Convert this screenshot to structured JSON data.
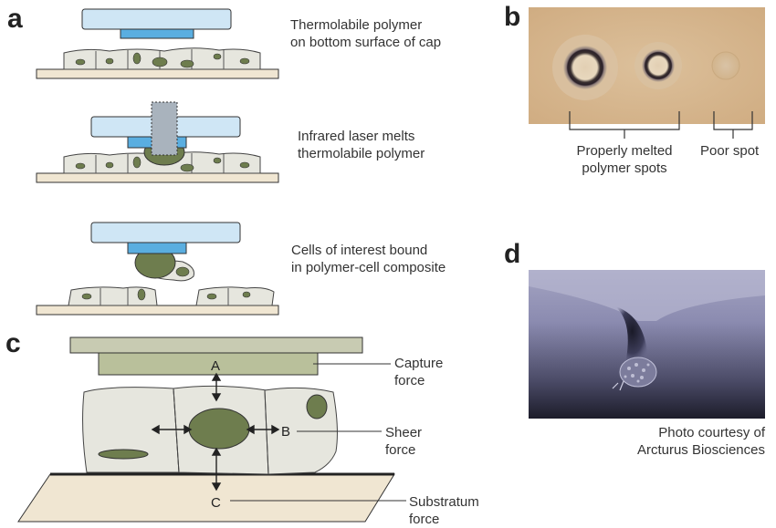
{
  "panels": {
    "a": {
      "letter": "a",
      "steps": [
        {
          "line1": "Thermolabile polymer",
          "line2": "on bottom surface of cap"
        },
        {
          "line1": "Infrared laser melts",
          "line2": "thermolabile polymer"
        },
        {
          "line1": "Cells of interest bound",
          "line2": "in polymer-cell composite"
        }
      ]
    },
    "b": {
      "letter": "b",
      "label_good_line1": "Properly melted",
      "label_good_line2": "polymer spots",
      "label_poor": "Poor spot"
    },
    "c": {
      "letter": "c",
      "points": {
        "a": "A",
        "b": "B",
        "c": "C"
      },
      "forces": [
        {
          "line1": "Capture",
          "line2": "force"
        },
        {
          "line1": "Sheer",
          "line2": "force"
        },
        {
          "line1": "Substratum",
          "line2": "force"
        }
      ]
    },
    "d": {
      "letter": "d",
      "caption_line1": "Photo courtesy of",
      "caption_line2": "Arcturus Biosciences"
    }
  },
  "colors": {
    "cap_light": "#cfe6f5",
    "cap_dark": "#5aaee0",
    "cell_fill": "#e6e6de",
    "nucleus": "#6e7d4e",
    "substrate": "#f0e6d2",
    "laser": "#a9b3bd",
    "photo_bg_b": "#d6b58c",
    "photo_bg_d": "#7f7fa3"
  }
}
